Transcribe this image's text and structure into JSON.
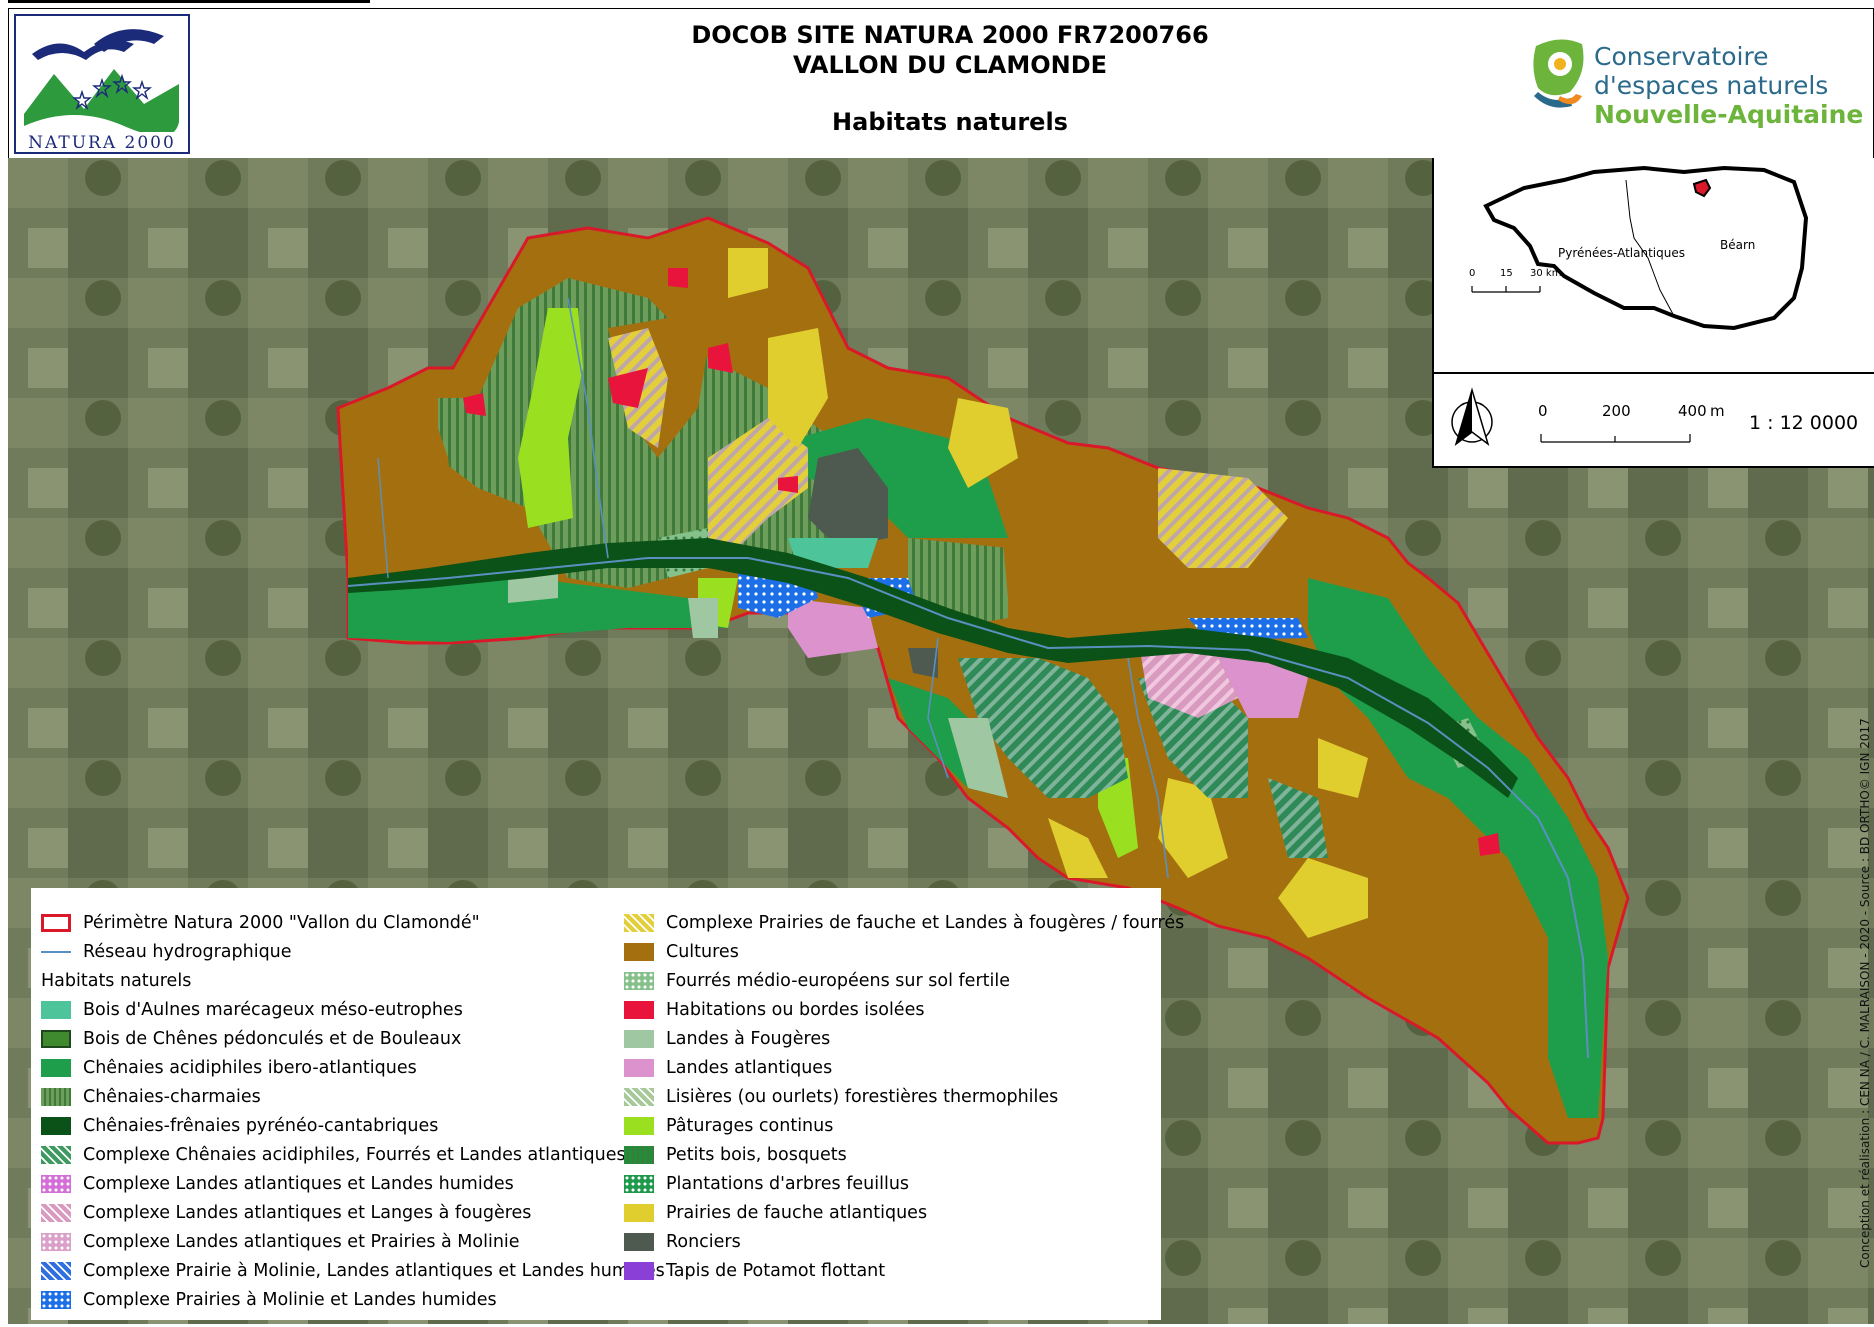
{
  "header": {
    "title_line1": "DOCOB SITE NATURA 2000 FR7200766",
    "title_line2": "VALLON DU CLAMONDE",
    "subtitle": "Habitats naturels",
    "natura_logo_text": "NATURA 2000",
    "cen_line1": "Conservatoire",
    "cen_line2": "d'espaces naturels",
    "cen_line3": "Nouvelle-Aquitaine"
  },
  "inset": {
    "dept_label": "Pyrénées-Atlantiques",
    "region_label": "Béarn",
    "inset_scale_ticks": [
      "0",
      "15",
      "30 km"
    ],
    "scale_ticks": [
      "0",
      "200",
      "400",
      "m"
    ],
    "ratio": "1 : 12 0000",
    "north_icon": "north-arrow-icon"
  },
  "legend": {
    "perimeter": "Périmètre Natura 2000 \"Vallon du Clamondé\"",
    "hydro": "Réseau hydrographique",
    "habitats_heading": "Habitats naturels",
    "col1": [
      {
        "label": "Bois d'Aulnes marécageux méso-eutrophes",
        "color": "#4dc49a",
        "pattern": "solid"
      },
      {
        "label": "Bois de Chênes pédonculés et de Bouleaux",
        "color": "#3f8a2f",
        "pattern": "solid-border"
      },
      {
        "label": "Chênaies acidiphiles ibero-atlantiques",
        "color": "#1e9e4a",
        "pattern": "solid"
      },
      {
        "label": "Chênaies-charmaies",
        "color": "#6e9e5c",
        "pattern": "vlines"
      },
      {
        "label": "Chênaies-frênaies pyrénéo-cantabriques",
        "color": "#0b5218",
        "pattern": "solid"
      },
      {
        "label": "Complexe Chênaies acidiphiles, Fourrés et Landes atlantiques",
        "color": "#3f9a60",
        "pattern": "hatch"
      },
      {
        "label": "Complexe Landes atlantiques et Landes humides",
        "color": "#d36fd6",
        "pattern": "dots"
      },
      {
        "label": "Complexe Landes atlantiques et Langes à fougères",
        "color": "#d99ac0",
        "pattern": "hatch"
      },
      {
        "label": "Complexe Landes atlantiques et Prairies à Molinie",
        "color": "#dba0c8",
        "pattern": "dots"
      },
      {
        "label": "Complexe Prairie à Molinie, Landes atlantiques et Landes humides",
        "color": "#2f6fe0",
        "pattern": "hatch"
      },
      {
        "label": "Complexe Prairies à Molinie et Landes humides",
        "color": "#1d6fe8",
        "pattern": "dots"
      }
    ],
    "col2": [
      {
        "label": "Complexe Prairies de fauche et Landes à fougères / fourrés",
        "color": "#e3cf3a",
        "pattern": "hatch"
      },
      {
        "label": "Cultures",
        "color": "#a4700f",
        "pattern": "solid"
      },
      {
        "label": "Fourrés médio-européens sur sol fertile",
        "color": "#86c08a",
        "pattern": "dots"
      },
      {
        "label": "Habitations ou bordes isolées",
        "color": "#e8143c",
        "pattern": "solid"
      },
      {
        "label": "Landes à Fougères",
        "color": "#9fc7a1",
        "pattern": "solid"
      },
      {
        "label": "Landes atlantiques",
        "color": "#dc92cc",
        "pattern": "solid"
      },
      {
        "label": "Lisières (ou ourlets) forestières thermophiles",
        "color": "#a7c99a",
        "pattern": "hatch"
      },
      {
        "label": "Pâturages continus",
        "color": "#9be020",
        "pattern": "solid"
      },
      {
        "label": "Petits bois, bosquets",
        "color": "#1e8f3a",
        "pattern": "vlines"
      },
      {
        "label": "Plantations d'arbres feuillus",
        "color": "#1f9a4d",
        "pattern": "dots"
      },
      {
        "label": "Prairies de fauche atlantiques",
        "color": "#e0ce2f",
        "pattern": "solid"
      },
      {
        "label": "Ronciers",
        "color": "#4e5a50",
        "pattern": "solid"
      },
      {
        "label": "Tapis de Potamot flottant",
        "color": "#8a3fd6",
        "pattern": "solid"
      }
    ]
  },
  "credits": "Conception et réalisation : CEN NA / C. MALRAISON - 2020 - Source : BD ORTHO© IGN 2017",
  "colors": {
    "perimeter": "#d9192a",
    "hydro": "#5b8fc0",
    "imagery": "#6f7b5b"
  }
}
